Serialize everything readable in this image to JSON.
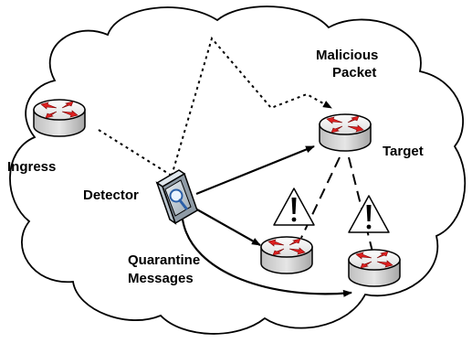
{
  "labels": {
    "malicious_packet": [
      "Malicious",
      "Packet"
    ],
    "target": "Target",
    "ingress": "Ingress",
    "detector": "Detector",
    "quarantine_messages": [
      "Quarantine",
      "Messages"
    ]
  },
  "icons": {
    "router": "router-icon",
    "detector": "magnifier-scanner-icon",
    "warning": "warning-triangle-icon",
    "cloud": "cloud-shape"
  },
  "colors": {
    "stroke": "#000000",
    "router_body": "#d9d9d9",
    "router_top": "#f2f2f2",
    "router_arrows": "#e02020",
    "detector_body": "#c9d3dc",
    "warning_fill": "#ffffff"
  }
}
